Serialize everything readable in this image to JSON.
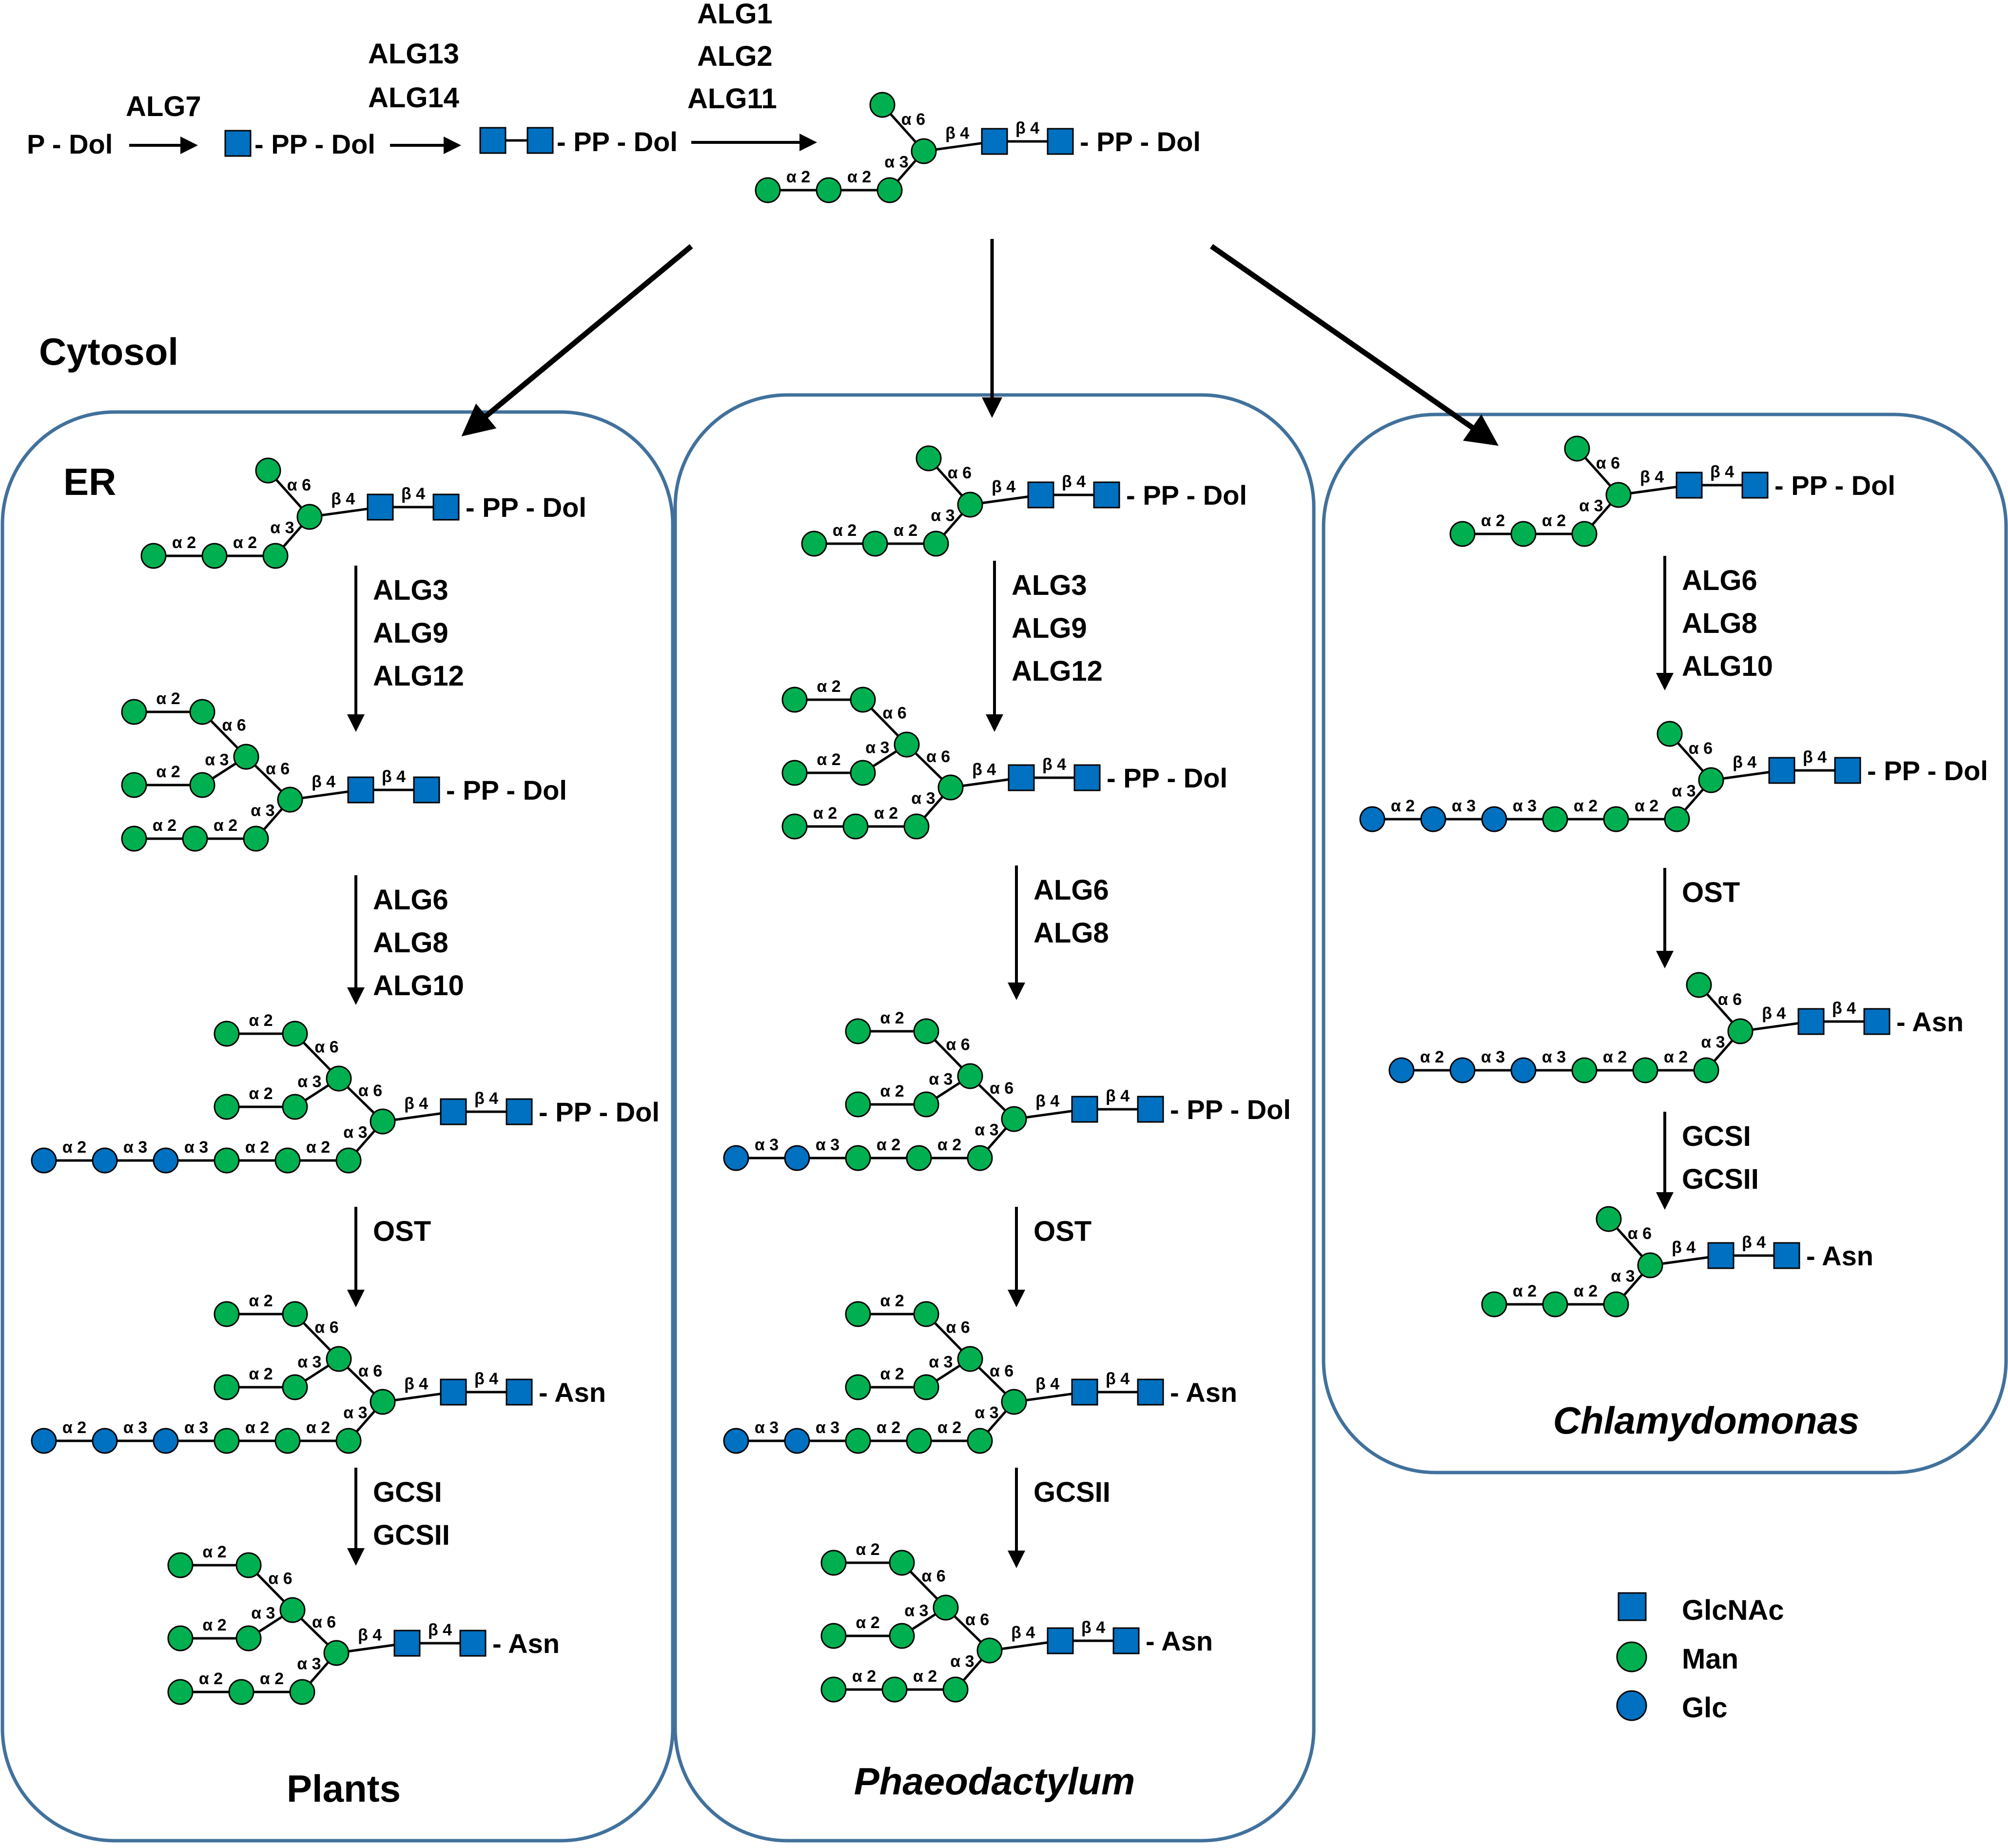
{
  "compartments": {
    "cytosol": "Cytosol",
    "er": "ER"
  },
  "cytosol_steps": {
    "start": "P - Dol",
    "step1_enzymes": [
      "ALG7"
    ],
    "step1_product_suffix": "- PP - Dol",
    "step2_enzymes": [
      "ALG13",
      "ALG14"
    ],
    "step2_product_suffix": "- PP - Dol",
    "step3_enzymes": [
      "ALG1",
      "ALG2",
      "ALG11"
    ],
    "step3_product_suffix": "- PP - Dol"
  },
  "pathways": [
    {
      "organism": "Plants",
      "italic": false,
      "enzyme_steps": [
        [
          "ALG3",
          "ALG9",
          "ALG12"
        ],
        [
          "ALG6",
          "ALG8",
          "ALG10"
        ],
        [
          "OST"
        ],
        [
          "GCSI",
          "GCSII"
        ]
      ],
      "suffixes": [
        "- PP - Dol",
        "- PP - Dol",
        "- PP - Dol",
        "- Asn",
        "- Asn"
      ]
    },
    {
      "organism": "Phaeodactylum",
      "italic": true,
      "enzyme_steps": [
        [
          "ALG3",
          "ALG9",
          "ALG12"
        ],
        [
          "ALG6",
          "ALG8"
        ],
        [
          "OST"
        ],
        [
          "GCSII"
        ]
      ],
      "suffixes": [
        "- PP - Dol",
        "- PP - Dol",
        "- PP - Dol",
        "- Asn",
        "- Asn"
      ]
    },
    {
      "organism": "Chlamydomonas",
      "italic": true,
      "enzyme_steps": [
        [
          "ALG6",
          "ALG8",
          "ALG10"
        ],
        [
          "OST"
        ],
        [
          "GCSI",
          "GCSII"
        ]
      ],
      "suffixes": [
        "- PP - Dol",
        "- PP - Dol",
        "- Asn",
        "- Asn"
      ]
    }
  ],
  "linkages": {
    "a2": "α 2",
    "a3": "α 3",
    "a6": "α 6",
    "b4": "β 4"
  },
  "legend": [
    {
      "symbol": "square",
      "color": "#0070c0",
      "label": "GlcNAc"
    },
    {
      "symbol": "circle",
      "color": "#00b050",
      "label": "Man"
    },
    {
      "symbol": "circle",
      "color": "#0070c0",
      "label": "Glc"
    }
  ]
}
